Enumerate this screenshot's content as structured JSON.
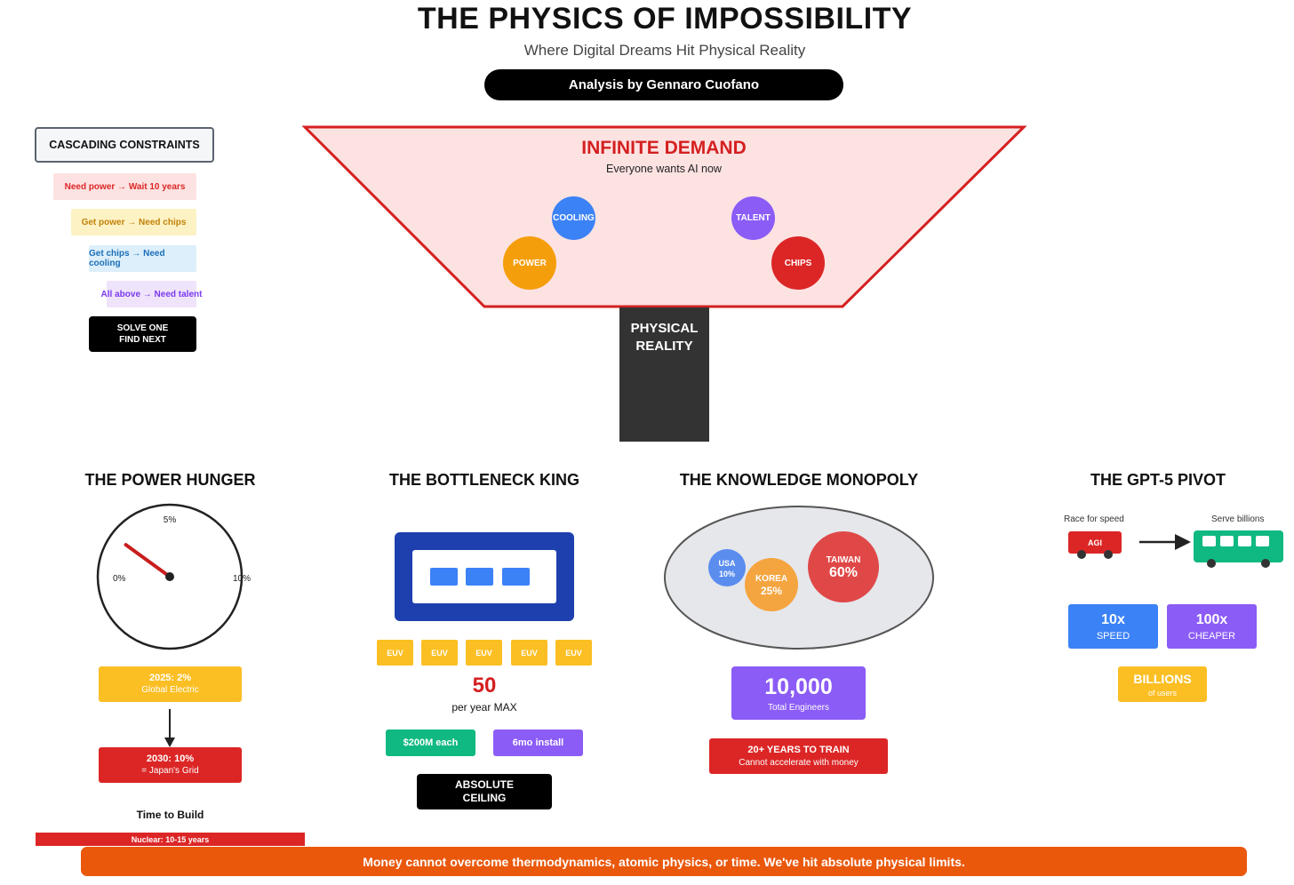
{
  "header": {
    "title": "THE PHYSICS OF IMPOSSIBILITY",
    "subtitle": "Where Digital Dreams Hit Physical Reality",
    "author": "Analysis by Gennaro Cuofano"
  },
  "cascading": {
    "title": "CASCADING CONSTRAINTS",
    "steps": [
      {
        "label": "Need power → Wait 10 years",
        "color": "#dc2626",
        "bg": "#fde2e2"
      },
      {
        "label": "Get power → Need chips",
        "color": "#c2820a",
        "bg": "#fdf2c4"
      },
      {
        "label": "Get chips → Need cooling",
        "color": "#1d6fb8",
        "bg": "#dceffb"
      },
      {
        "label": "All above → Need talent",
        "color": "#7c3aed",
        "bg": "#efe4fb"
      }
    ],
    "solve": [
      "SOLVE ONE",
      "FIND NEXT"
    ]
  },
  "funnel": {
    "title": "INFINITE DEMAND",
    "subtitle": "Everyone wants AI now",
    "bubbles": {
      "cooling": {
        "label": "COOLING",
        "color": "#3b82f6"
      },
      "talent": {
        "label": "TALENT",
        "color": "#8b5cf6"
      },
      "power": {
        "label": "POWER",
        "color": "#f59e0b"
      },
      "chips": {
        "label": "CHIPS",
        "color": "#dc2626"
      }
    },
    "reality": [
      "PHYSICAL",
      "REALITY"
    ]
  },
  "power": {
    "title": "THE POWER HUNGER",
    "gauge": {
      "min_label": "0%",
      "mid_label": "5%",
      "max_label": "10%",
      "value_pct": 2
    },
    "box2025": {
      "line1": "2025: 2%",
      "line2": "Global Electric"
    },
    "box2030": {
      "line1": "2030: 10%",
      "line2": "= Japan's Grid"
    },
    "time_to_build": "Time to Build",
    "nuclear": "Nuclear: 10-15 years"
  },
  "chips": {
    "title": "THE BOTTLENECK KING",
    "euv_label": "EUV",
    "count": "50",
    "per_year": "per year MAX",
    "cost": "$200M each",
    "install": "6mo install",
    "ceiling": [
      "ABSOLUTE",
      "CEILING"
    ]
  },
  "knowledge": {
    "title": "THE KNOWLEDGE MONOPOLY",
    "usa": {
      "name": "USA",
      "share": "10%"
    },
    "korea": {
      "name": "KOREA",
      "share": "25%"
    },
    "taiwan": {
      "name": "TAIWAN",
      "share": "60%"
    },
    "engineers": {
      "value": "10,000",
      "label": "Total Engineers"
    },
    "train": {
      "line1": "20+ YEARS TO TRAIN",
      "line2": "Cannot accelerate with money"
    }
  },
  "gpt5": {
    "title": "THE GPT-5 PIVOT",
    "race": "Race for speed",
    "serve": "Serve billions",
    "agi": "AGI",
    "speed": {
      "value": "10x",
      "label": "SPEED"
    },
    "cheaper": {
      "value": "100x",
      "label": "CHEAPER"
    },
    "billions": {
      "value": "BILLIONS",
      "label": "of users"
    }
  },
  "footer": "Money cannot overcome thermodynamics, atomic physics, or time. We've hit absolute physical limits."
}
